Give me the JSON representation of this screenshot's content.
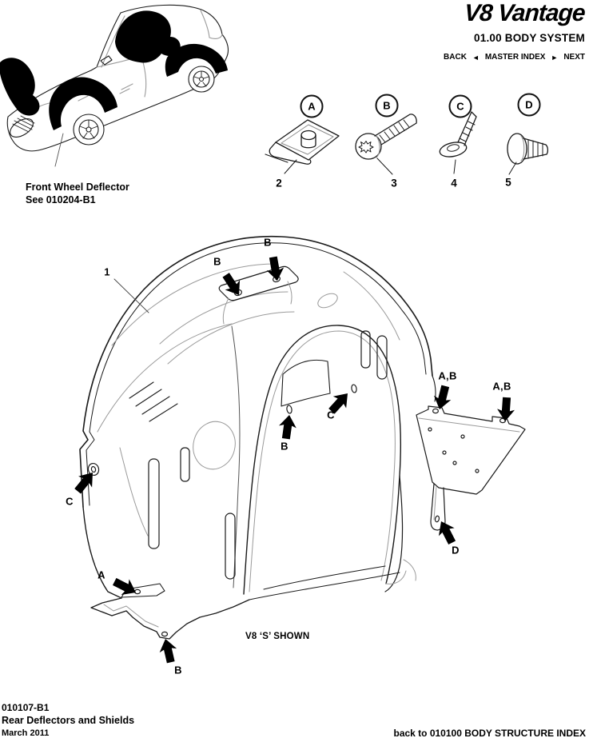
{
  "header": {
    "logo": "V8 Vantage",
    "subtitle": "01.00 BODY SYSTEM",
    "nav": {
      "back": "BACK",
      "back_arrow": "◄",
      "master_index": "MASTER INDEX",
      "next_arrow": "►",
      "next": "NEXT"
    }
  },
  "car_figure": {
    "caption_line1": "Front Wheel Deflector",
    "caption_line2": "See 010204-B1"
  },
  "fasteners": [
    {
      "letter": "A",
      "number": "2",
      "name": "spring-clip-nut"
    },
    {
      "letter": "B",
      "number": "3",
      "name": "torx-screw"
    },
    {
      "letter": "C",
      "number": "4",
      "name": "screw-with-washer"
    },
    {
      "letter": "D",
      "number": "5",
      "name": "plastic-rivet"
    }
  ],
  "main_figure": {
    "callouts": {
      "item": "1",
      "b_top_left": "B",
      "b_top_right": "B",
      "c_right": "C",
      "b_mid": "B",
      "ab_left": "A,B",
      "ab_right": "A,B",
      "d": "D",
      "c_left": "C",
      "a": "A",
      "b_bottom": "B"
    },
    "caption": "V8 ‘S’ SHOWN"
  },
  "footer": {
    "doc_number": "010107-B1",
    "title": "Rear Deflectors and Shields",
    "date": "March 2011",
    "back_link": "back to 010100 BODY STRUCTURE INDEX"
  },
  "colors": {
    "ink": "#000000",
    "line_light": "#9a9a9a",
    "background": "#ffffff"
  }
}
